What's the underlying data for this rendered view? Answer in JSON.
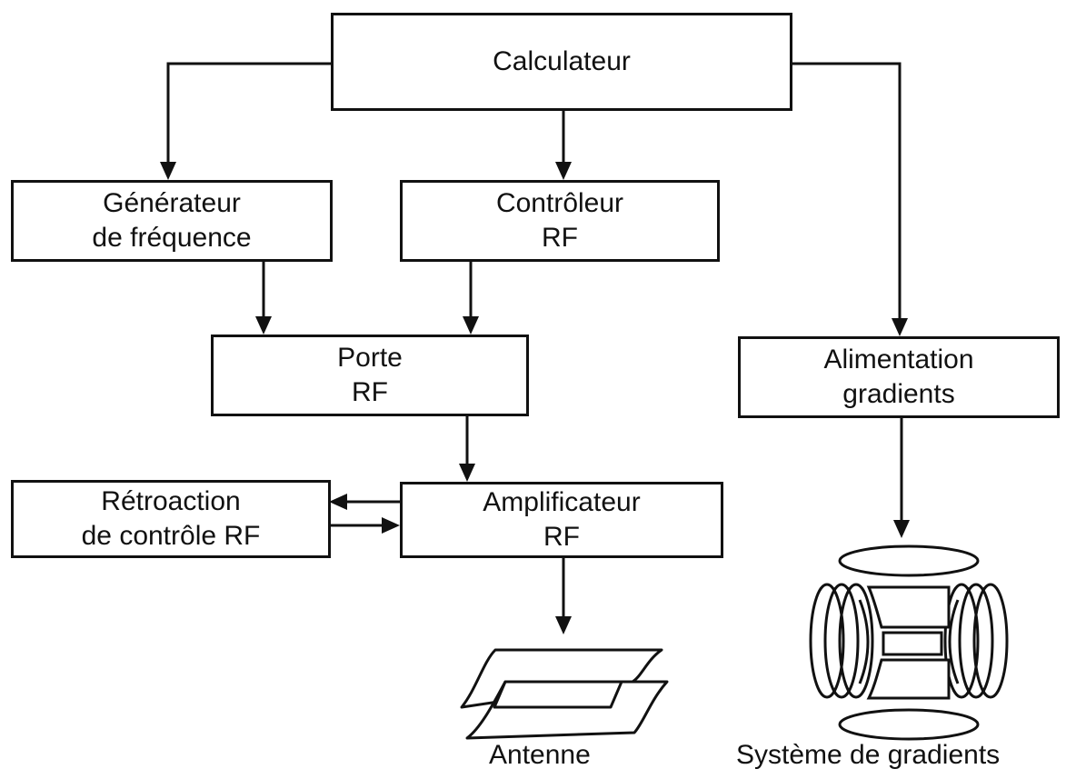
{
  "diagram": {
    "nodes": {
      "calculateur": {
        "lines": [
          "Calculateur"
        ]
      },
      "generateur": {
        "lines": [
          "Générateur",
          "de fréquence"
        ]
      },
      "controleur": {
        "lines": [
          "Contrôleur",
          "RF"
        ]
      },
      "porte": {
        "lines": [
          "Porte",
          "RF"
        ]
      },
      "alimentation": {
        "lines": [
          "Alimentation",
          "gradients"
        ]
      },
      "retroaction": {
        "lines": [
          "Rétroaction",
          "de contrôle RF"
        ]
      },
      "amplificateur": {
        "lines": [
          "Amplificateur",
          "RF"
        ]
      }
    },
    "captions": {
      "antenne": "Antenne",
      "systeme": "Système de gradients"
    },
    "edges": [
      {
        "from": "calculateur",
        "to": "generateur"
      },
      {
        "from": "calculateur",
        "to": "controleur"
      },
      {
        "from": "calculateur",
        "to": "alimentation"
      },
      {
        "from": "generateur",
        "to": "porte"
      },
      {
        "from": "controleur",
        "to": "porte"
      },
      {
        "from": "porte",
        "to": "amplificateur"
      },
      {
        "from": "amplificateur",
        "to": "retroaction"
      },
      {
        "from": "retroaction",
        "to": "amplificateur"
      },
      {
        "from": "amplificateur",
        "to": "antenne"
      },
      {
        "from": "alimentation",
        "to": "systeme"
      }
    ],
    "colors": {
      "line": "#111111",
      "background": "#ffffff"
    }
  }
}
